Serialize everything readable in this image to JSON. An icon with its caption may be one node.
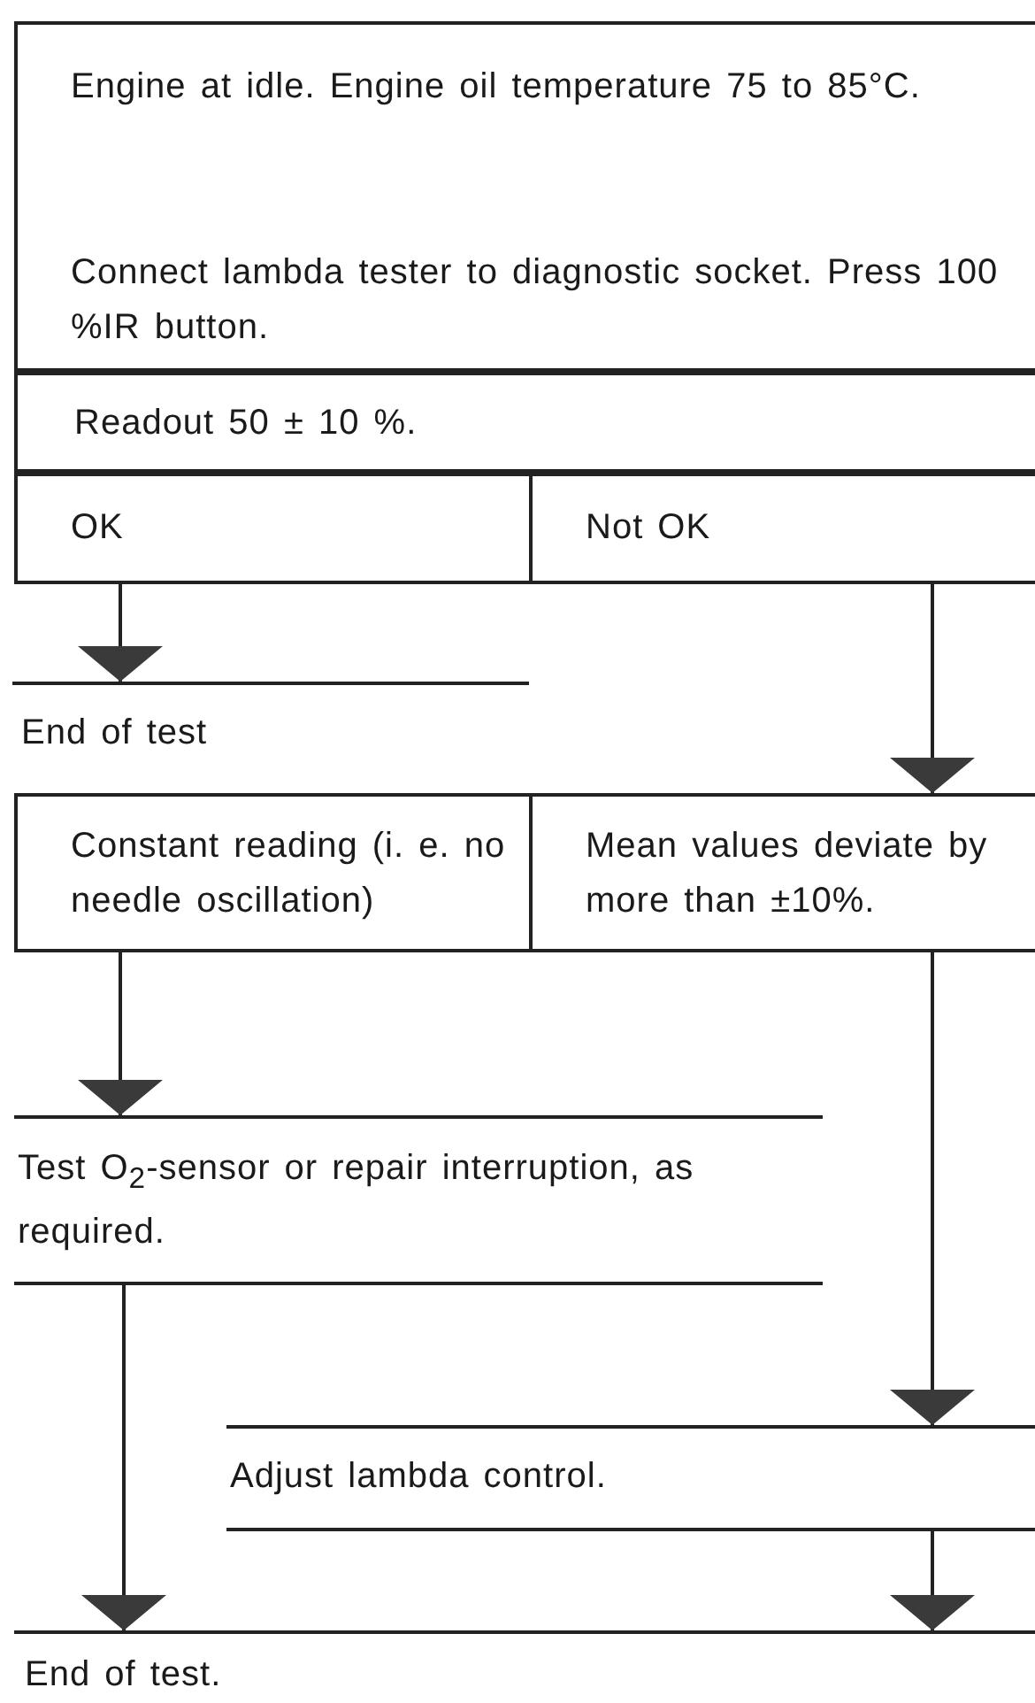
{
  "diagram": {
    "nodes": [
      {
        "text": [
          "Engine at idle. Engine oil temperature 75 to 85°C.",
          "Connect lambda tester to diagnostic socket. Press 100 %IR button."
        ]
      },
      {
        "text": [
          "Readout 50 ± 10 %."
        ]
      },
      {
        "text": [
          "OK"
        ]
      },
      {
        "text": [
          "Not OK"
        ]
      },
      {
        "text": [
          "End of test"
        ]
      },
      {
        "text": [
          "Constant reading (i. e. no needle oscillation)"
        ]
      },
      {
        "text": [
          "Mean values deviate by more than ±10%."
        ]
      },
      {
        "text": [
          "Test O$_{2}$-sensor or repair interruption, as required."
        ]
      },
      {
        "text": [
          "Adjust lambda control."
        ]
      },
      {
        "text": [
          "End of test."
        ]
      }
    ],
    "edges": [
      {
        "from": 2,
        "to": 4,
        "arrow": "to"
      },
      {
        "from": 3,
        "to": 6,
        "arrow": "to"
      },
      {
        "from": 5,
        "to": 7,
        "arrow": "to"
      },
      {
        "from": 6,
        "to": 8,
        "arrow": "to"
      },
      {
        "from": 7,
        "to": 9,
        "arrow": "to"
      },
      {
        "from": 8,
        "to": 9,
        "arrow": "to"
      }
    ]
  }
}
